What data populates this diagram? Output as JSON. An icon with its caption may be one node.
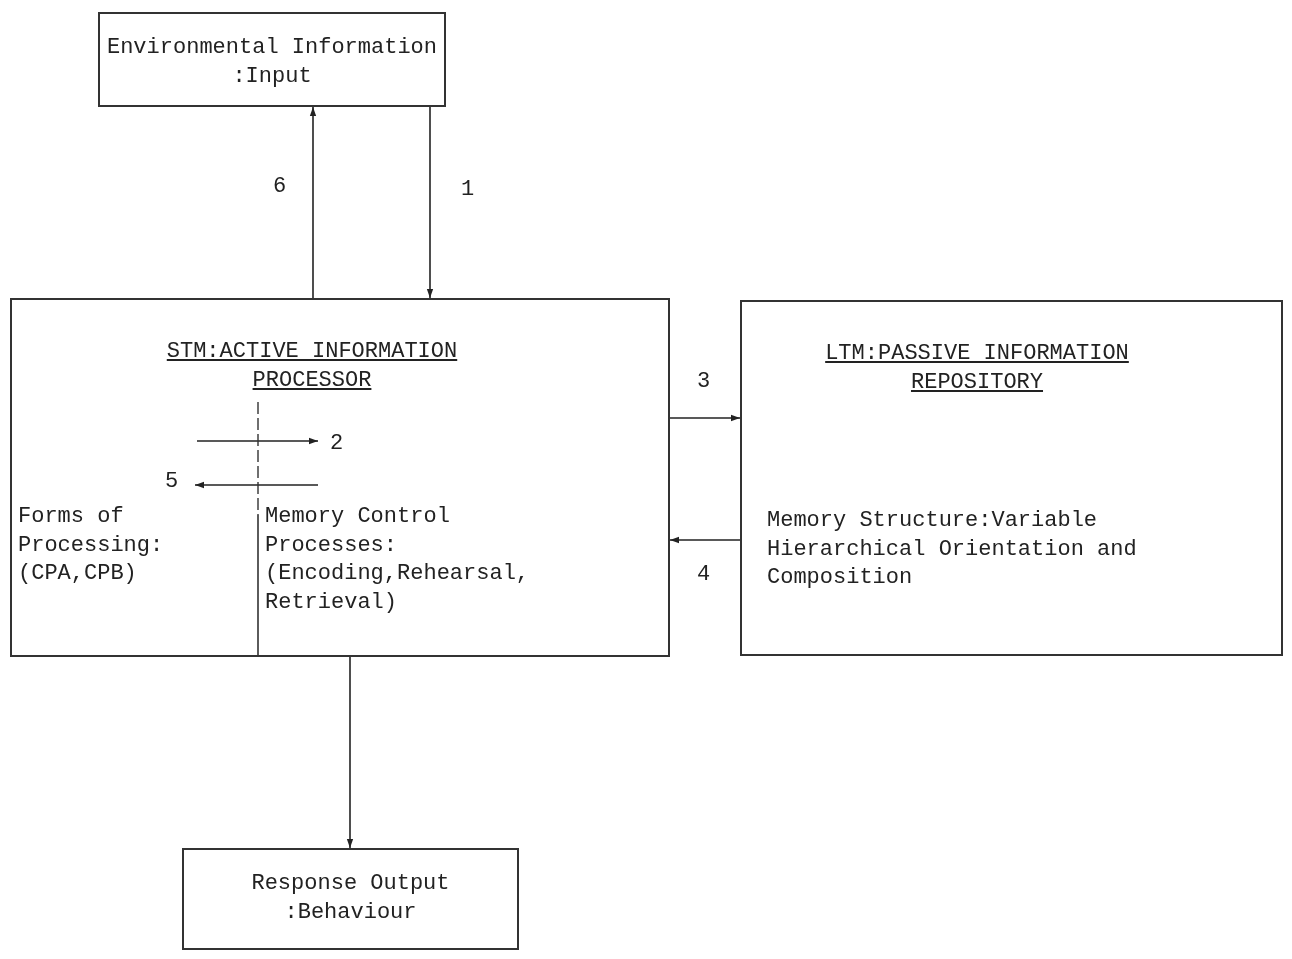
{
  "diagram": {
    "nodes": [
      {
        "text": [
          "Environmental Information :Input"
        ]
      },
      {
        "text": [
          "STM:ACTIVE INFORMATION PROCESSOR"
        ]
      },
      {
        "text": [
          "Forms of Processing: (CPA,CPB)"
        ],
        "in": 1
      },
      {
        "text": [
          "Memory Control Processes: (Encoding,Rehearsal, Retrieval)"
        ],
        "in": 1
      },
      {
        "text": [
          "LTM:PASSIVE INFORMATION REPOSITORY",
          "Memory Structure:Variable Hierarchical Orientation and Composition"
        ]
      },
      {
        "text": [
          "Response Output :Behaviour"
        ]
      }
    ],
    "edges": [
      {
        "from": 0,
        "to": 1,
        "arrow": "to",
        "label": "1"
      },
      {
        "from": 1,
        "to": 4,
        "arrow": "to",
        "label": "3"
      },
      {
        "from": 4,
        "to": 1,
        "arrow": "to",
        "label": "4"
      },
      {
        "from": 1,
        "to": 0,
        "arrow": "to",
        "label": "6"
      },
      {
        "from": 1,
        "to": 5,
        "arrow": "to"
      },
      {
        "from": 2,
        "to": 3,
        "arrow": "to",
        "label": "2"
      },
      {
        "from": 3,
        "to": 2,
        "arrow": "to",
        "label": "5"
      }
    ]
  }
}
